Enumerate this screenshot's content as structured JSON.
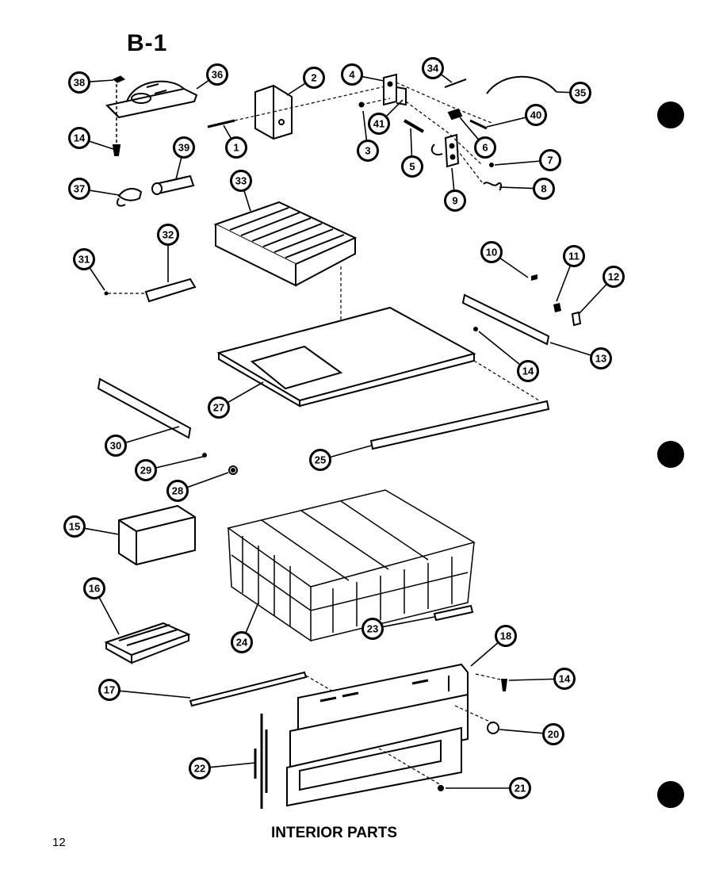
{
  "page": {
    "section_code": "B-1",
    "caption": "INTERIOR PARTS",
    "page_number": "12"
  },
  "callouts": [
    "38",
    "36",
    "14",
    "2",
    "4",
    "34",
    "35",
    "40",
    "1",
    "41",
    "3",
    "5",
    "6",
    "7",
    "8",
    "9",
    "37",
    "39",
    "33",
    "32",
    "31",
    "10",
    "11",
    "12",
    "13",
    "14",
    "27",
    "30",
    "29",
    "28",
    "25",
    "15",
    "16",
    "24",
    "23",
    "18",
    "17",
    "14",
    "20",
    "22",
    "21"
  ],
  "parts": {
    "1": "part-1",
    "2": "part-2",
    "3": "part-3",
    "4": "part-4",
    "5": "part-5",
    "6": "part-6",
    "7": "part-7",
    "8": "part-8",
    "9": "part-9",
    "10": "part-10",
    "11": "part-11",
    "12": "part-12",
    "13": "part-13",
    "14": "part-14",
    "15": "part-15",
    "16": "part-16",
    "17": "part-17",
    "18": "part-18",
    "20": "part-20",
    "21": "part-21",
    "22": "part-22",
    "23": "part-23",
    "24": "part-24",
    "25": "part-25",
    "27": "part-27",
    "28": "part-28",
    "29": "part-29",
    "30": "part-30",
    "31": "part-31",
    "32": "part-32",
    "33": "part-33",
    "34": "part-34",
    "35": "part-35",
    "36": "part-36",
    "37": "part-37",
    "38": "part-38",
    "39": "part-39",
    "40": "part-40",
    "41": "part-41"
  }
}
